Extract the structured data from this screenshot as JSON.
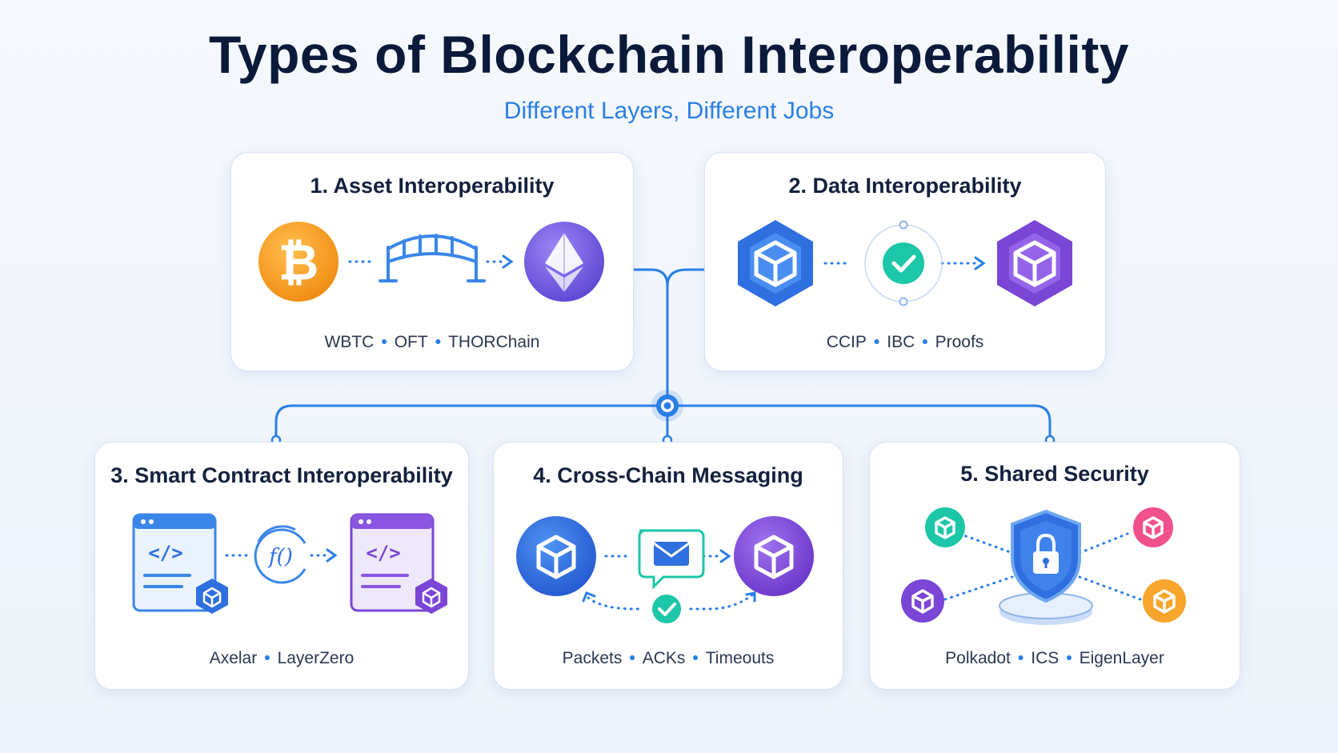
{
  "header": {
    "title": "Types of Blockchain Interoperability",
    "subtitle": "Different Layers, Different Jobs"
  },
  "colors": {
    "accent": "#2a7fe6",
    "title": "#0b1a3b",
    "bitcoin": "#f7a52b",
    "ethereum": "#7c63e6",
    "blue_chain": "#2f6fe0",
    "purple_chain": "#7b45d6",
    "teal": "#1cc6a8",
    "pink": "#f0508c"
  },
  "cards": [
    {
      "title": "1. Asset Interoperability",
      "tags": [
        "WBTC",
        "OFT",
        "THORChain"
      ]
    },
    {
      "title": "2. Data Interoperability",
      "tags": [
        "CCIP",
        "IBC",
        "Proofs"
      ]
    },
    {
      "title": "3. Smart Contract Interoperability",
      "tags": [
        "Axelar",
        "LayerZero"
      ],
      "function_label": "f()"
    },
    {
      "title": "4. Cross-Chain Messaging",
      "tags": [
        "Packets",
        "ACKs",
        "Timeouts"
      ]
    },
    {
      "title": "5. Shared Security",
      "tags": [
        "Polkadot",
        "ICS",
        "EigenLayer"
      ]
    }
  ]
}
